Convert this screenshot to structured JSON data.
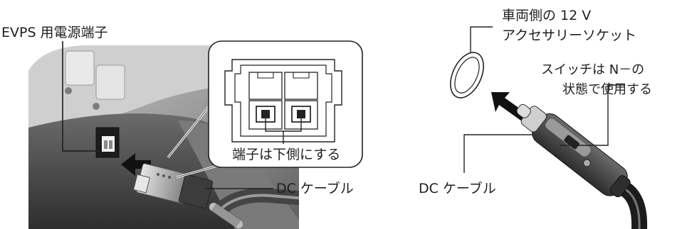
{
  "left_panel": {
    "terminal_label": "EVPS 用電源端子",
    "inset_caption": "端子は下側にする",
    "cable_label": "DC ケーブル"
  },
  "right_panel": {
    "socket_label_line1": "車両側の 12 V",
    "socket_label_line2": "アクセサリーソケット",
    "switch_label_line1": "スイッチは N－の",
    "switch_label_line2": "状態で使用する",
    "cable_label": "DC ケーブル"
  },
  "colors": {
    "photo_dark": "#3a3a3a",
    "photo_mid": "#8a8a8a",
    "photo_light": "#d9d9d9",
    "line": "#222222"
  }
}
